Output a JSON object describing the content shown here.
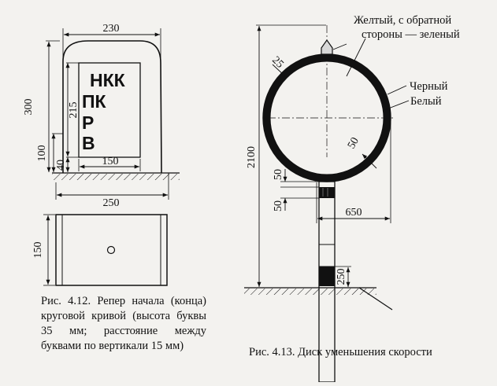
{
  "fig412": {
    "dims": {
      "top_width": "230",
      "bottom_width": "250",
      "height_total": "300",
      "height_lower": "100",
      "height_base": "40",
      "height_plate": "215",
      "plate_width": "150",
      "side_width": "150"
    },
    "sign_lines": [
      "НКК",
      "ПК",
      "Р",
      "В"
    ],
    "caption": "Рис. 4.12. Репер начала (конца) круговой кривой (высота буквы 35 мм; расстояние между буквами по вертикали 15 мм)"
  },
  "fig413": {
    "dims": {
      "height_total": "2100",
      "arm": "650",
      "band_upper": "50",
      "band_lower": "50",
      "band_bottom": "250",
      "rim_outer": "25",
      "rim_inner": "50"
    },
    "labels": {
      "top_line1": "Желтый, с обратной",
      "top_line2": "стороны — зеленый",
      "black": "Черный",
      "white": "Белый"
    },
    "colors": {
      "black_band": "#111111",
      "rim_white": "#ffffff"
    },
    "caption": "Рис. 4.13. Диск уменьшения скорости"
  }
}
